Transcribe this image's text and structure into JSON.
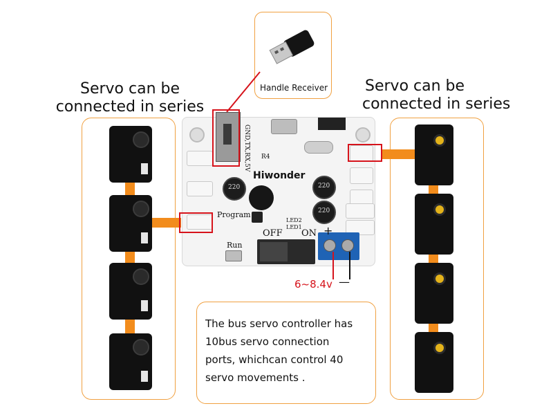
{
  "left_title": {
    "line1": "Servo can be",
    "line2": "connected in series"
  },
  "right_title": {
    "line1": "Servo can be",
    "line2": "connected in series"
  },
  "receiver_callout": {
    "label": "Handle Receiver"
  },
  "board": {
    "brand": "Hiwonder",
    "program_label": "Program",
    "run_label": "Run",
    "off_label": "OFF",
    "on_label": "ON",
    "led2_label": "LED2",
    "led1_label": "LED1",
    "r4_label": "R4",
    "pin_header_label": "GND,TX,RX,5V",
    "cap1_label": "220",
    "cap2_label": "220",
    "cap3_label": "220"
  },
  "power": {
    "voltage_label": "6~8.4v",
    "plus": "+",
    "minus": "—"
  },
  "note": {
    "line1": "The bus servo controller has",
    "line2": "10bus servo connection",
    "line3": "ports, whichcan control 40",
    "line4": "servo movements ."
  },
  "colors": {
    "accent_orange": "#f28c1c",
    "panel_border": "#f0a040",
    "highlight_red": "#d6131b",
    "terminal_blue": "#1f63b5"
  }
}
